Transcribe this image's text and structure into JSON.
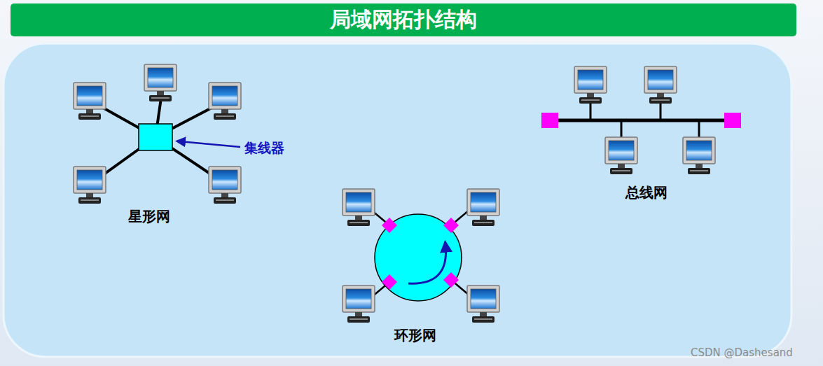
{
  "diagram": {
    "title": "局域网拓扑结构",
    "labels": [
      "集线器",
      "星形网",
      "环形网",
      "总线网",
      "CSDN @Dashesand"
    ]
  }
}
